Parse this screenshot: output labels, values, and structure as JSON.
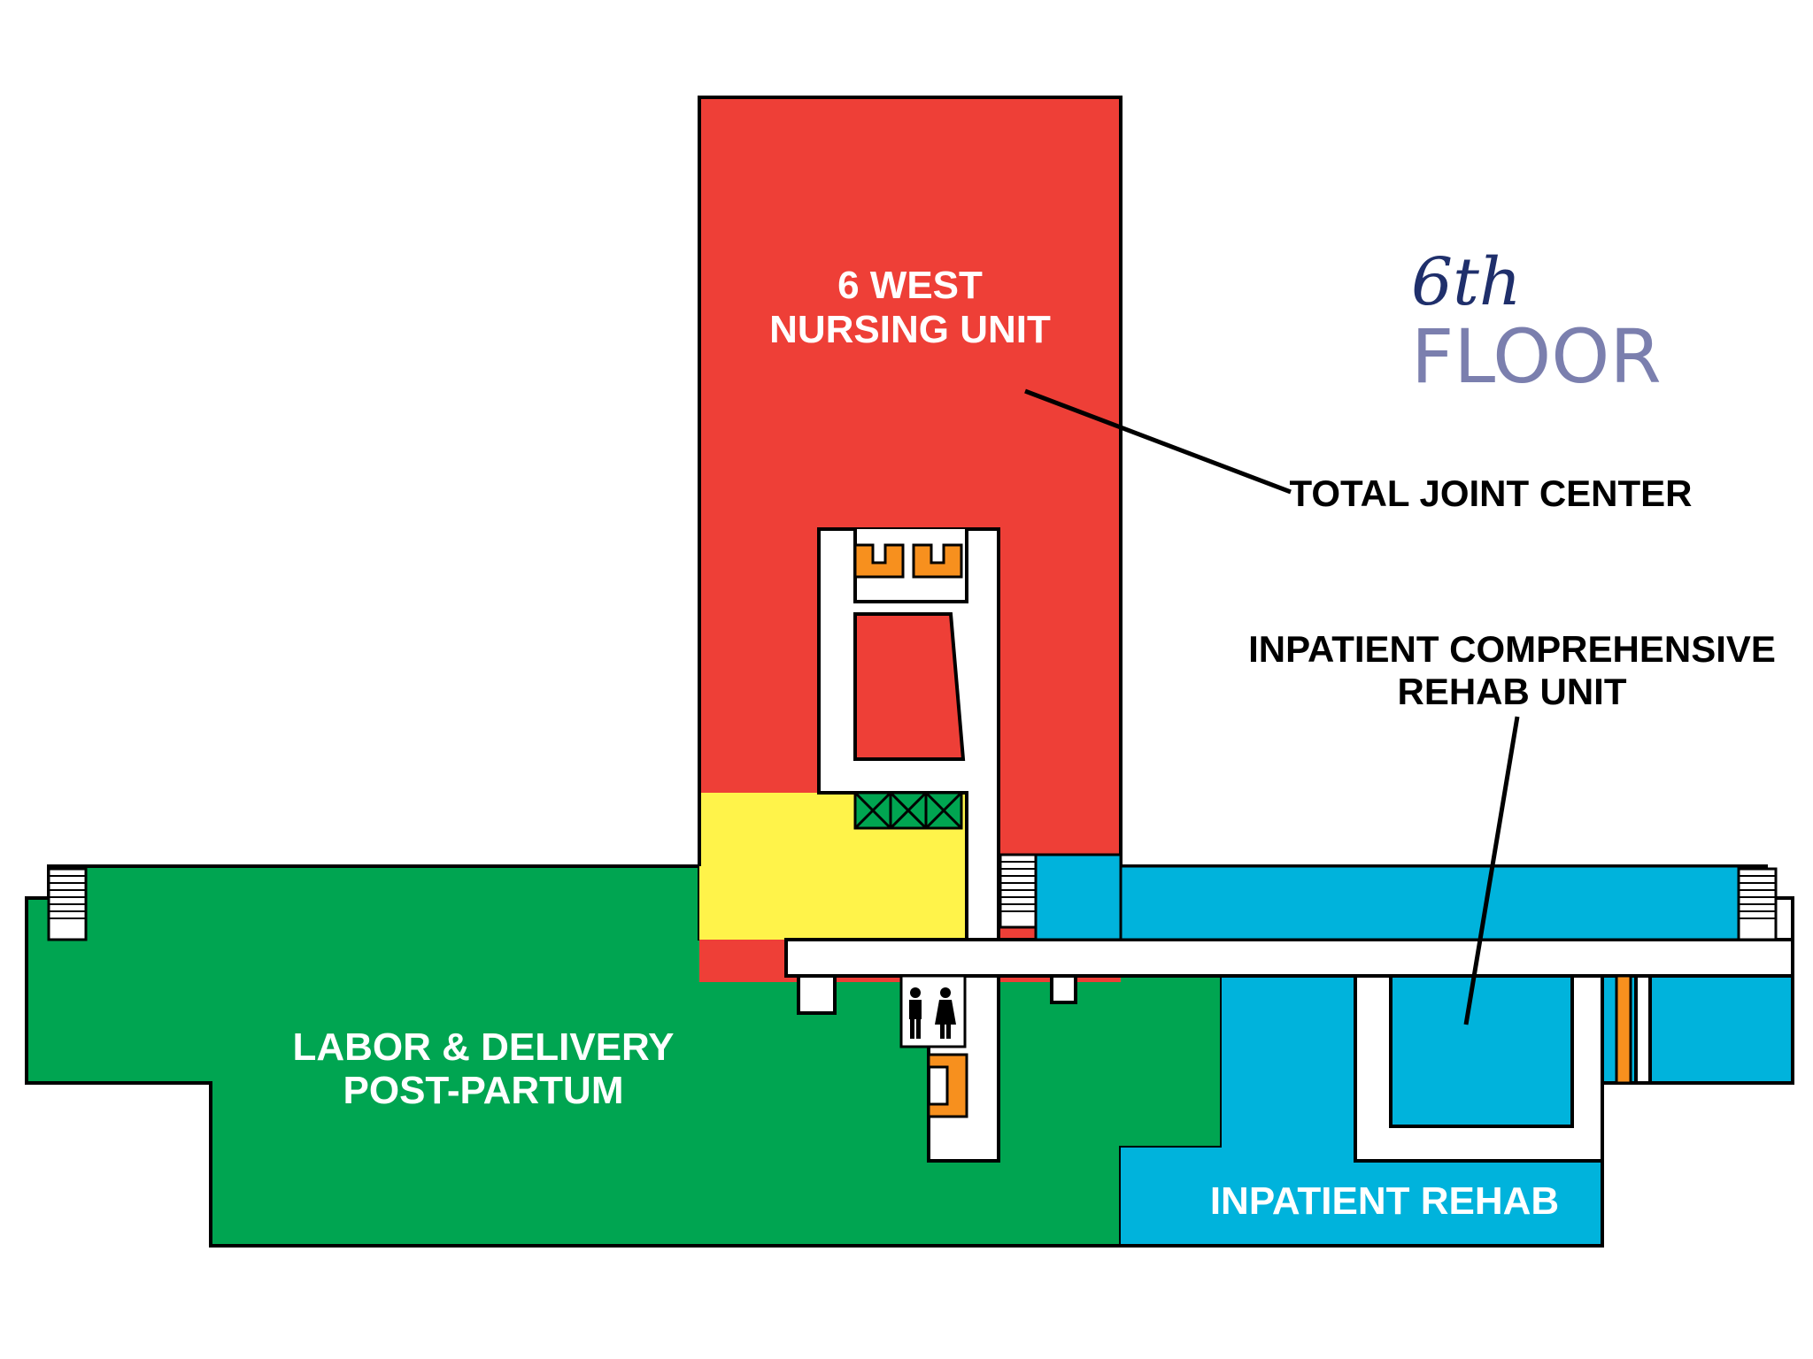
{
  "floor": {
    "number": "6th",
    "word": "FLOOR"
  },
  "labels": {
    "west_line1": "6 WEST",
    "west_line2": "NURSING UNIT",
    "joint_center": "TOTAL JOINT CENTER",
    "comp_rehab_line1": "INPATIENT COMPREHENSIVE",
    "comp_rehab_line2": "REHAB UNIT",
    "labor_line1": "LABOR & DELIVERY",
    "labor_line2": "POST-PARTUM",
    "inpatient_rehab": "INPATIENT REHAB"
  },
  "colors": {
    "red_unit": "#ee3f37",
    "green_unit": "#00a551",
    "blue_unit": "#00b3dc",
    "yellow_zone": "#fff34a",
    "orange_core": "#f7901e",
    "corridor": "#ffffff",
    "outline": "#000000",
    "floor_number": "#1f2f6b",
    "floor_word": "#7b7fae"
  },
  "icons": [
    "restroom-icon",
    "stairs-icon",
    "elevator-icon"
  ]
}
